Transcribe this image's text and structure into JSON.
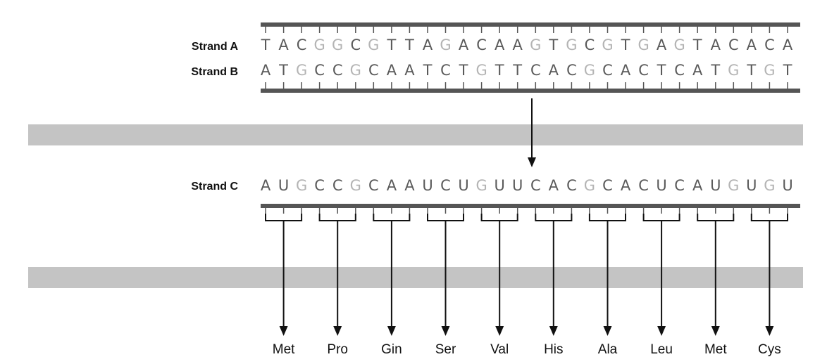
{
  "strands": [
    {
      "id": "A",
      "label": "Strand A",
      "sequence": "TACGGCGTTAGACAAGTGCGTGAGTACACA"
    },
    {
      "id": "B",
      "label": "Strand B",
      "sequence": "ATGCCGCAATCTGTTCACGCACTCATGTGT"
    },
    {
      "id": "C",
      "label": "Strand C",
      "sequence": "AUGCCGCAAUCUGUUCACGCACUCAUGUGU"
    }
  ],
  "amino_acids": [
    "Met",
    "Pro",
    "Gin",
    "Ser",
    "Val",
    "His",
    "Ala",
    "Leu",
    "Met",
    "Cys"
  ],
  "colors": {
    "dark_base": "#5a5a5a",
    "light_base": "#b4b4b4",
    "backbone": "#555555",
    "band": "#c4c4c4",
    "arrow": "#111111"
  }
}
